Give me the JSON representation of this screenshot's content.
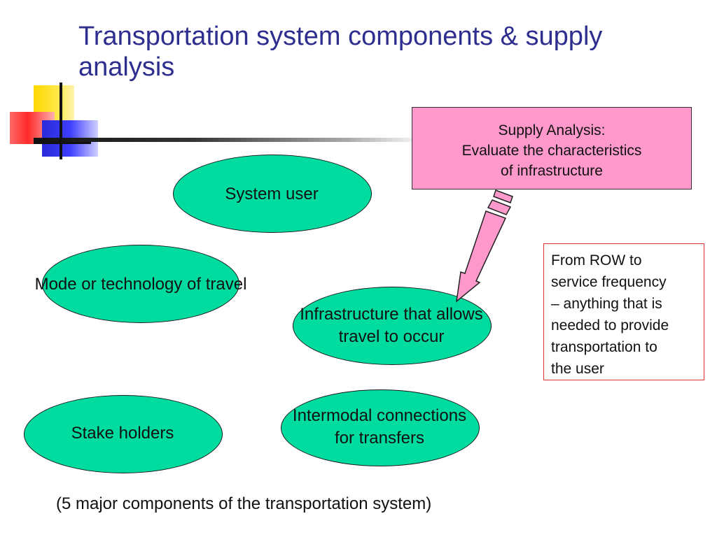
{
  "slide": {
    "title": "Transportation system components & supply analysis",
    "components": {
      "system_user": "System user",
      "mode": "Mode or technology of travel",
      "infrastructure_line1": "Infrastructure that allows",
      "infrastructure_line2": "travel to occur",
      "stakeholders": "Stake holders",
      "intermodal_line1": "Intermodal connections",
      "intermodal_line2": "for transfers"
    },
    "supply_box": {
      "line1": "Supply Analysis:",
      "line2": "Evaluate the characteristics",
      "line3": "of infrastructure"
    },
    "note": {
      "lines": [
        "From ROW to",
        "service frequency",
        "– anything that is",
        "needed to provide",
        "transportation to",
        "the user"
      ]
    },
    "footnote": "(5 major components of the transportation system)",
    "colors": {
      "title": "#2e2e8f",
      "ellipse_fill": "#00dca0",
      "supply_fill": "#ff99cc",
      "arrow_fill": "#ff99cc",
      "note_border": "#e03030"
    },
    "icons": {
      "arrow": "pencil-arrow-icon",
      "logo": "decorative-squares-logo"
    }
  }
}
